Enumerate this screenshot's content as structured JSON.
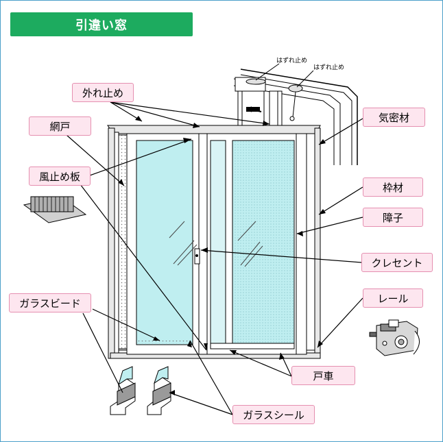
{
  "title": "引違い窓",
  "labels": {
    "hazure_dome": "外れ止め",
    "amido": "網戸",
    "kazedome_ita": "風止め板",
    "glass_bead": "ガラスビード",
    "kimitsuzai": "気密材",
    "wakuzai": "枠材",
    "shoji": "障子",
    "crescent": "クレセント",
    "rail": "レール",
    "tosha": "戸車",
    "glass_seal": "ガラスシール"
  },
  "inset_notes": {
    "note_1": "はずれ止め",
    "note_2": "はずれ止め"
  },
  "colors": {
    "title_bg": "#1dab5f",
    "label_bg": "#fde6ef",
    "label_border": "#e58fb0",
    "glass": "#bfeef0",
    "frame_border": "#4a9fc9"
  }
}
